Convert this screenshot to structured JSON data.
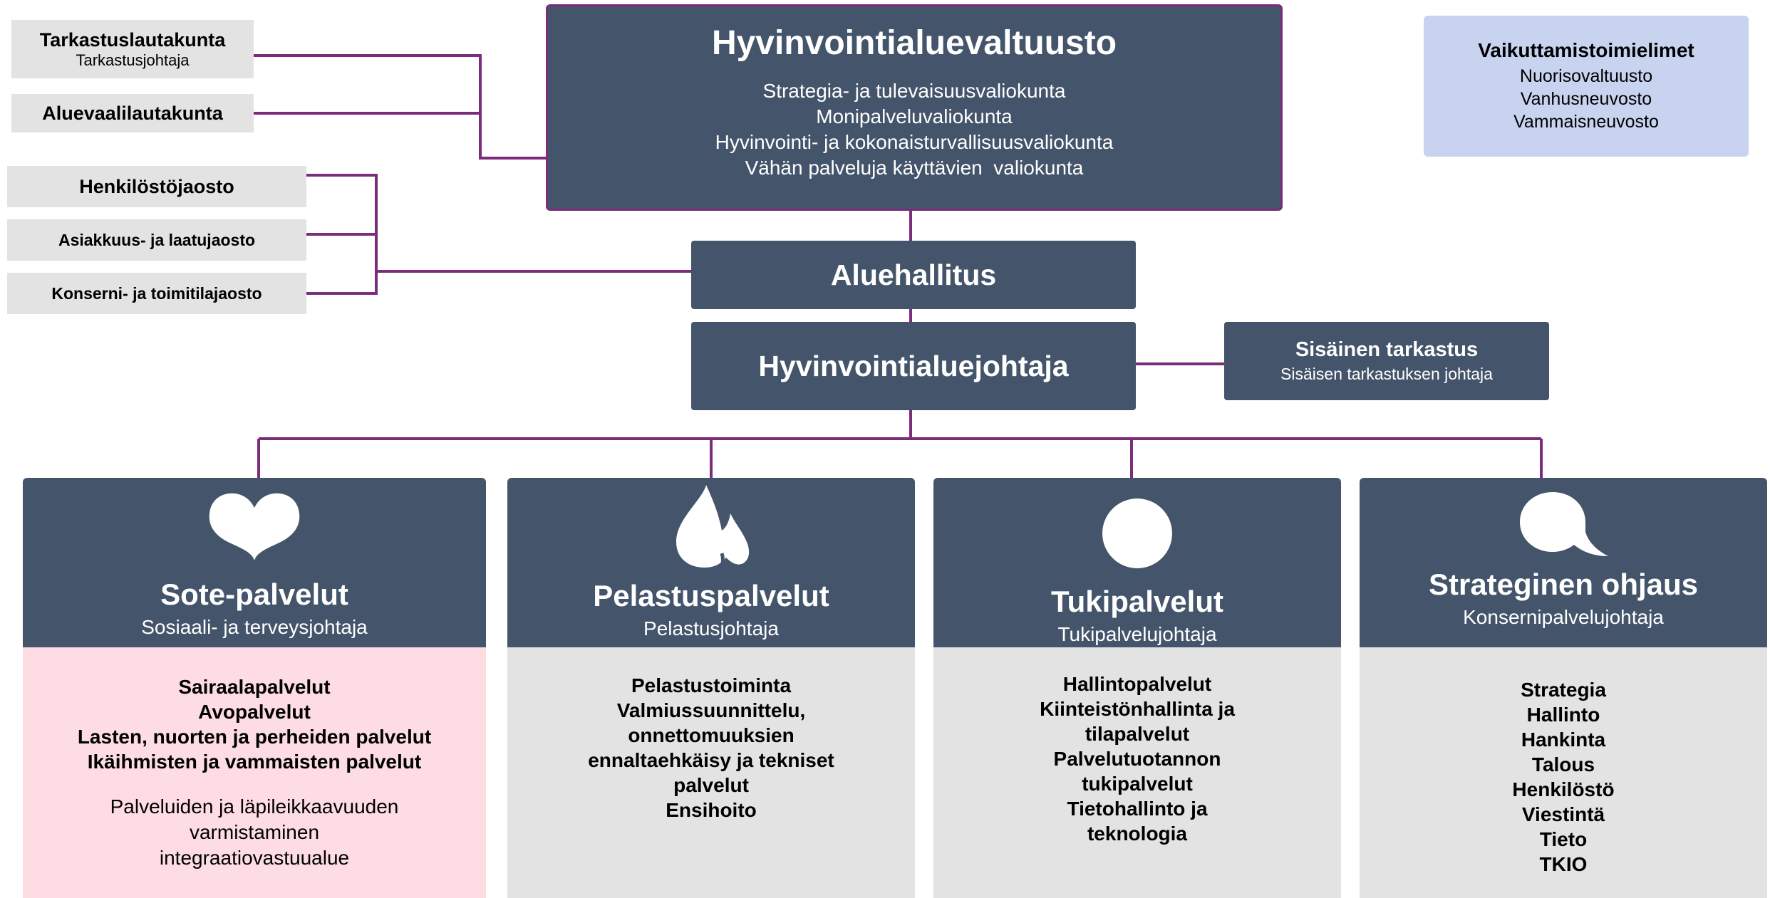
{
  "council": {
    "title": "Hyvinvointialuevaltuusto",
    "committees": [
      "Strategia- ja tulevaisuusvaliokunta",
      "Monipalveluvaliokunta",
      "Hyvinvointi- ja kokonaisturvallisuusvaliokunta",
      "Vähän palveluja käyttävien  valiokunta"
    ]
  },
  "left_top": {
    "audit_board": {
      "title": "Tarkastuslautakunta",
      "subtitle": "Tarkastusjohtaja"
    },
    "election_board": {
      "title": "Aluevaalilautakunta"
    }
  },
  "left_divisions": [
    "Henkilöstöjaosto",
    "Asiakkuus- ja laatujaosto",
    "Konserni- ja toimitilajaosto"
  ],
  "influence": {
    "title": "Vaikuttamistoimielimet",
    "items": [
      "Nuorisovaltuusto",
      "Vanhusneuvosto",
      "Vammaisneuvosto"
    ]
  },
  "board": {
    "title": "Aluehallitus"
  },
  "director": {
    "title": "Hyvinvointialuejohtaja"
  },
  "internal_audit": {
    "title": "Sisäinen tarkastus",
    "subtitle": "Sisäisen tarkastuksen johtaja"
  },
  "departments": [
    {
      "icon": "heart-icon",
      "title": "Sote-palvelut",
      "subtitle": "Sosiaali- ja terveysjohtaja",
      "items": [
        "Sairaalapalvelut",
        "Avopalvelut",
        "Lasten, nuorten ja perheiden palvelut",
        "Ikäihmisten ja vammaisten palvelut"
      ],
      "note": [
        "Palveluiden ja läpileikkaavuuden",
        "varmistaminen",
        "integraatiovastuualue"
      ],
      "body_color": "#fddde3"
    },
    {
      "icon": "flame-icon",
      "title": "Pelastuspalvelut",
      "subtitle": "Pelastusjohtaja",
      "items": [
        "Pelastustoiminta",
        "Valmiussuunnittelu,",
        "onnettomuuksien",
        "ennaltaehkäisy ja tekniset",
        "palvelut",
        "Ensihoito"
      ],
      "note": [],
      "body_color": "#e3e3e3"
    },
    {
      "icon": "circle-icon",
      "title": "Tukipalvelut",
      "subtitle": "Tukipalvelujohtaja",
      "items": [
        "Hallintopalvelut",
        "Kiinteistönhallinta ja",
        "tilapalvelut",
        "Palvelutuotannon",
        "tukipalvelut",
        "Tietohallinto ja",
        "teknologia"
      ],
      "note": [],
      "body_color": "#e3e3e3"
    },
    {
      "icon": "speech-bubble-icon",
      "title": "Strateginen ohjaus",
      "subtitle": "Konsernipalvelujohtaja",
      "items": [
        "Strategia",
        "Hallinto",
        "Hankinta",
        "Talous",
        "Henkilöstö",
        "Viestintä",
        "Tieto",
        "TKIO"
      ],
      "note": [],
      "body_color": "#e3e3e3"
    }
  ],
  "colors": {
    "box_dark": "#44546a",
    "connector": "#7b2d7b",
    "gray_box": "#e3e3e3",
    "influence_box": "#c8d3ef",
    "sote_body": "#fddde3"
  }
}
